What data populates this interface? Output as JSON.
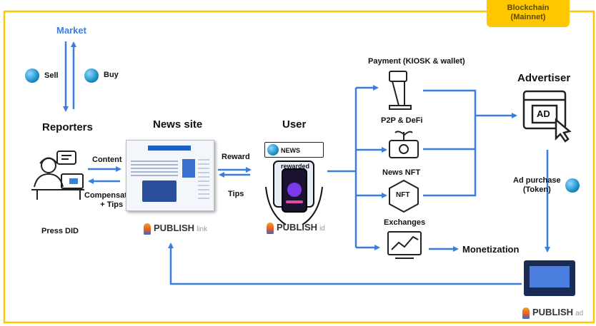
{
  "badge": {
    "line1": "Blockchain",
    "line2": "(Mainnet)"
  },
  "market": "Market",
  "sell": "Sell",
  "buy": "Buy",
  "reporters": "Reporters",
  "press_did": "Press DID",
  "content": "Content",
  "compensation_line1": "Compensation",
  "compensation_line2": "+ Tips",
  "news_site": "News site",
  "reward": "Reward",
  "tips": "Tips",
  "user": "User",
  "news_rewarded": "NEWS rewarded",
  "payment": "Payment (KIOSK & wallet)",
  "p2p": "P2P & DeFi",
  "news_nft": "News NFT",
  "nft_glyph": "NFT",
  "exchanges": "Exchanges",
  "monetization": "Monetization",
  "advertiser": "Advertiser",
  "ad_glyph": "AD",
  "ad_purchase_line1": "Ad purchase",
  "ad_purchase_line2": "(Token)",
  "logo_link": {
    "brand": "PUBLISH",
    "suffix": "link"
  },
  "logo_id": {
    "brand": "PUBLISH",
    "suffix": "id"
  },
  "logo_ad": {
    "brand": "PUBLISH",
    "suffix": "ad"
  },
  "colors": {
    "arrow": "#3a7fdc",
    "frame": "#ffc700",
    "accent_text": "#3a7fdc"
  }
}
